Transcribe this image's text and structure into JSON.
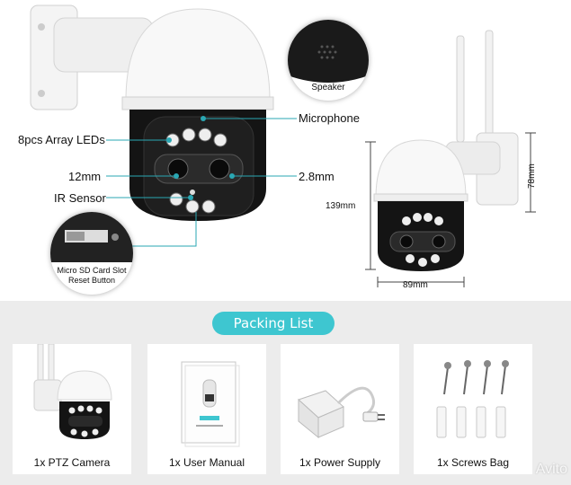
{
  "labels": {
    "microphone": "Microphone",
    "leds": "8pcs Array LEDs",
    "lens_left": "12mm",
    "lens_right": "2.8mm",
    "ir_sensor": "IR Sensor"
  },
  "bubbles": {
    "speaker": "Speaker",
    "sd_line1": "Micro SD Card Slot",
    "sd_line2": "Reset Button"
  },
  "dimensions": {
    "height": "139mm",
    "width": "89mm",
    "depth": "78mm"
  },
  "packing": {
    "title": "Packing List",
    "items": [
      {
        "label": "1x PTZ Camera"
      },
      {
        "label": "1x User Manual"
      },
      {
        "label": "1x Power Supply"
      },
      {
        "label": "1x Screws Bag"
      }
    ]
  },
  "watermark": "Avito",
  "colors": {
    "accent": "#3ec6d0",
    "pointer": "#2aa7b3"
  }
}
